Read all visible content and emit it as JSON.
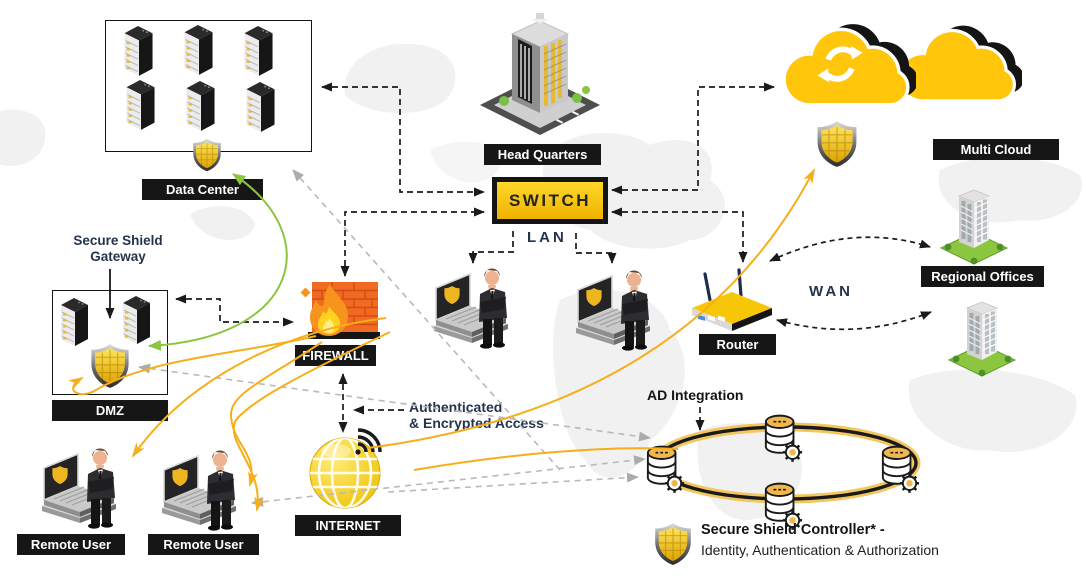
{
  "nodes": {
    "data_center": {
      "label": "Data Center"
    },
    "head_quarters": {
      "label": "Head Quarters"
    },
    "switch": {
      "label": "SWITCH"
    },
    "lan": {
      "label": "LAN"
    },
    "multi_cloud": {
      "label": "Multi Cloud"
    },
    "regional_offices": {
      "label": "Regional Offices"
    },
    "wan": {
      "label": "WAN"
    },
    "router": {
      "label": "Router"
    },
    "firewall": {
      "label": "FIREWALL"
    },
    "dmz": {
      "label": "DMZ"
    },
    "secure_shield_gateway": {
      "line1": "Secure Shield",
      "line2": "Gateway"
    },
    "internet": {
      "label": "INTERNET"
    },
    "authenticated_access": {
      "line1": "Authenticated",
      "line2": "& Encrypted Access"
    },
    "remote_user_1": {
      "label": "Remote User"
    },
    "remote_user_2": {
      "label": "Remote User"
    },
    "ad_integration": {
      "label": "AD Integration"
    },
    "secure_shield_controller": {
      "title": "Secure Shield Controller* -",
      "subtitle": "Identity, Authentication & Authorization"
    }
  },
  "icons": [
    "server-rack",
    "security-shield",
    "headquarters-building",
    "cloud",
    "sync-arrows",
    "office-tower",
    "router",
    "firewall-flame",
    "internet-globe",
    "wifi-signal",
    "user-with-laptop",
    "database-gear",
    "world-map"
  ],
  "colors": {
    "accent_yellow": "#F8C606",
    "label_background": "#161616",
    "label_text": "#FFFFFF",
    "connector_black": "#1A1A1A",
    "connector_gray": "#ABABAB",
    "connector_green": "#8CC63F",
    "connector_yellow": "#F7AE1B",
    "text_navy": "#24344D",
    "firewall_orange": "#F26A21",
    "map_gray": "#F1F1F1"
  }
}
